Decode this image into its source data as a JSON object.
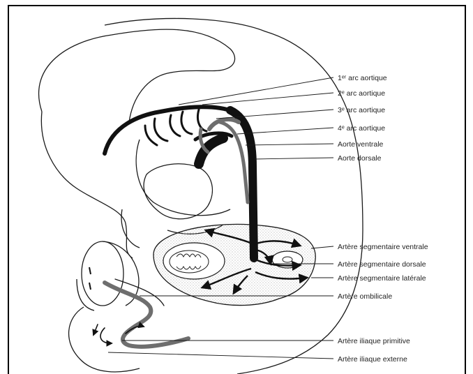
{
  "diagram": {
    "labels": [
      {
        "id": "arc1",
        "text": "1ᵉʳ arc aortique"
      },
      {
        "id": "arc2",
        "text": "2ᵉ arc aortique"
      },
      {
        "id": "arc3",
        "text": "3ᵉ arc aortique"
      },
      {
        "id": "arc4",
        "text": "4ᵉ arc aortique"
      },
      {
        "id": "aorte_ventrale",
        "text": "Aorte ventrale"
      },
      {
        "id": "aorte_dorsale",
        "text": "Aorte dorsale"
      },
      {
        "id": "seg_ventrale",
        "text": "Artère segmentaire ventrale"
      },
      {
        "id": "seg_dorsale",
        "text": "Artère segmentaire dorsale"
      },
      {
        "id": "seg_laterale",
        "text": "Artère segmentaire latérale"
      },
      {
        "id": "ombilicale",
        "text": "Artère ombilicale"
      },
      {
        "id": "iliaque_primitive",
        "text": "Artère iliaque primitive"
      },
      {
        "id": "iliaque_externe",
        "text": "Artère iliaque externe"
      }
    ],
    "colors": {
      "line": "#1a1a1a",
      "vessel": "#111111",
      "vessel_grey": "#6e6e6e",
      "stipple": "#8a8a8a",
      "frame": "#000000"
    }
  }
}
